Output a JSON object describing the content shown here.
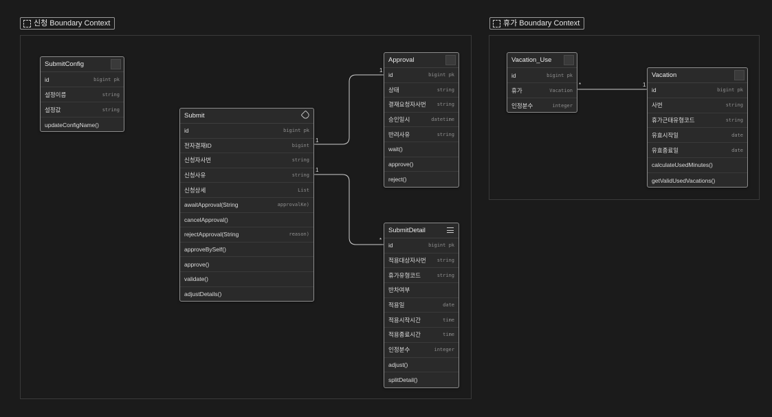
{
  "contexts": {
    "application": {
      "label": "신청 Boundary Context"
    },
    "vacation": {
      "label": "휴가 Boundary Context"
    }
  },
  "entities": {
    "submitConfig": {
      "title": "SubmitConfig",
      "rows": [
        {
          "name": "id",
          "type": "bigint pk"
        },
        {
          "name": "설정이름",
          "type": "string"
        },
        {
          "name": "설정값",
          "type": "string"
        },
        {
          "name": "updateConfigName()",
          "type": ""
        }
      ]
    },
    "submit": {
      "title": "Submit",
      "rows": [
        {
          "name": "id",
          "type": "bigint pk"
        },
        {
          "name": "전자결재ID",
          "type": "bigint"
        },
        {
          "name": "신청자사번",
          "type": "string"
        },
        {
          "name": "신청사유",
          "type": "string"
        },
        {
          "name": "신청상세",
          "type": "List"
        },
        {
          "name": "awaitApproval(String",
          "type": "approvalKe)"
        },
        {
          "name": "cancelApproval()",
          "type": ""
        },
        {
          "name": "rejectApproval(String",
          "type": "reason)"
        },
        {
          "name": "approveBySelf()",
          "type": ""
        },
        {
          "name": "approve()",
          "type": ""
        },
        {
          "name": "validate()",
          "type": ""
        },
        {
          "name": "adjustDetails()",
          "type": ""
        }
      ]
    },
    "approval": {
      "title": "Approval",
      "rows": [
        {
          "name": "id",
          "type": "bigint pk"
        },
        {
          "name": "상태",
          "type": "string"
        },
        {
          "name": "결재요청자사번",
          "type": "string"
        },
        {
          "name": "승인일시",
          "type": "datetime"
        },
        {
          "name": "반려사유",
          "type": "string"
        },
        {
          "name": "wait()",
          "type": ""
        },
        {
          "name": "approve()",
          "type": ""
        },
        {
          "name": "reject()",
          "type": ""
        }
      ]
    },
    "submitDetail": {
      "title": "SubmitDetail",
      "rows": [
        {
          "name": "id",
          "type": "bigint pk"
        },
        {
          "name": "적용대상자사번",
          "type": "string"
        },
        {
          "name": "휴가유형코드",
          "type": "string"
        },
        {
          "name": "반차여부",
          "type": ""
        },
        {
          "name": "적용일",
          "type": "date"
        },
        {
          "name": "적용시작시간",
          "type": "time"
        },
        {
          "name": "적용종료시간",
          "type": "time"
        },
        {
          "name": "인정분수",
          "type": "integer"
        },
        {
          "name": "adjust()",
          "type": ""
        },
        {
          "name": "splitDetail()",
          "type": ""
        }
      ]
    },
    "vacationUse": {
      "title": "Vacation_Use",
      "rows": [
        {
          "name": "id",
          "type": "bigint pk"
        },
        {
          "name": "휴가",
          "type": "Vacation"
        },
        {
          "name": "인정분수",
          "type": "integer"
        }
      ]
    },
    "vacation": {
      "title": "Vacation",
      "rows": [
        {
          "name": "id",
          "type": "bigint pk"
        },
        {
          "name": "사번",
          "type": "string"
        },
        {
          "name": "휴가근태유형코드",
          "type": "string"
        },
        {
          "name": "유효시작일",
          "type": "date"
        },
        {
          "name": "유효종료일",
          "type": "date"
        },
        {
          "name": "calculateUsedMinutes()",
          "type": ""
        },
        {
          "name": "getValidUsedVacations()",
          "type": ""
        }
      ]
    }
  },
  "relations": [
    {
      "from": "submit",
      "to": "approval",
      "from_label": "1",
      "to_label": "1"
    },
    {
      "from": "submit",
      "to": "submitDetail",
      "from_label": "1",
      "to_label": "*"
    },
    {
      "from": "vacationUse",
      "to": "vacation",
      "from_label": "*",
      "to_label": "1"
    }
  ],
  "colors": {
    "background": "#1b1b1b",
    "entity": "#2a2a2a",
    "border": "#8d8d8d",
    "edge": "#cfcfcf"
  }
}
